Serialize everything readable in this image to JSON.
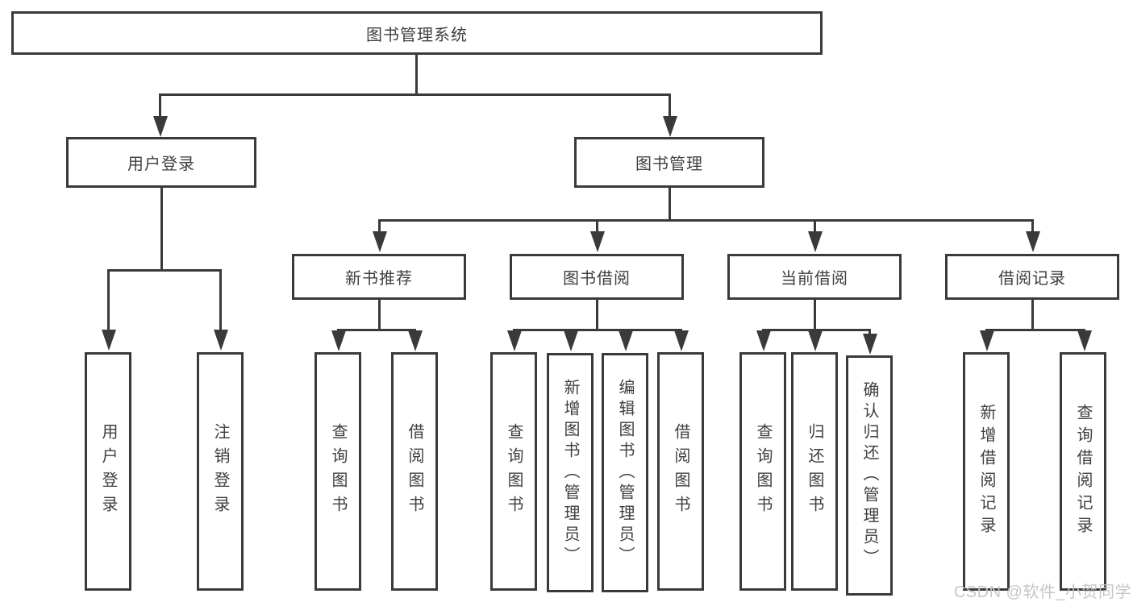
{
  "title": {
    "label": "图书管理系统"
  },
  "level2": {
    "user_login": {
      "label": "用户登录"
    },
    "book_management": {
      "label": "图书管理"
    }
  },
  "level3": {
    "new_book_recommend": {
      "label": "新书推荐"
    },
    "book_borrow": {
      "label": "图书借阅"
    },
    "current_borrow": {
      "label": "当前借阅"
    },
    "borrow_record": {
      "label": "借阅记录"
    }
  },
  "leaves": {
    "user_login": [
      "用户登录",
      "注销登录"
    ],
    "new_book_recommend": [
      "查询图书",
      "借阅图书"
    ],
    "book_borrow": [
      "查询图书",
      "新增图书（管理员）",
      "编辑图书（管理员）",
      "借阅图书"
    ],
    "current_borrow": [
      "查询图书",
      "归还图书",
      "确认归还（管理员）"
    ],
    "borrow_record": [
      "新增借阅记录",
      "查询借阅记录"
    ]
  },
  "watermark": {
    "label": "CSDN @软件_小贺同学"
  },
  "colors": {
    "line": "#3a3a3a",
    "text": "#3f3f3f",
    "watermark": "#c6c6c6",
    "background": "#ffffff"
  }
}
